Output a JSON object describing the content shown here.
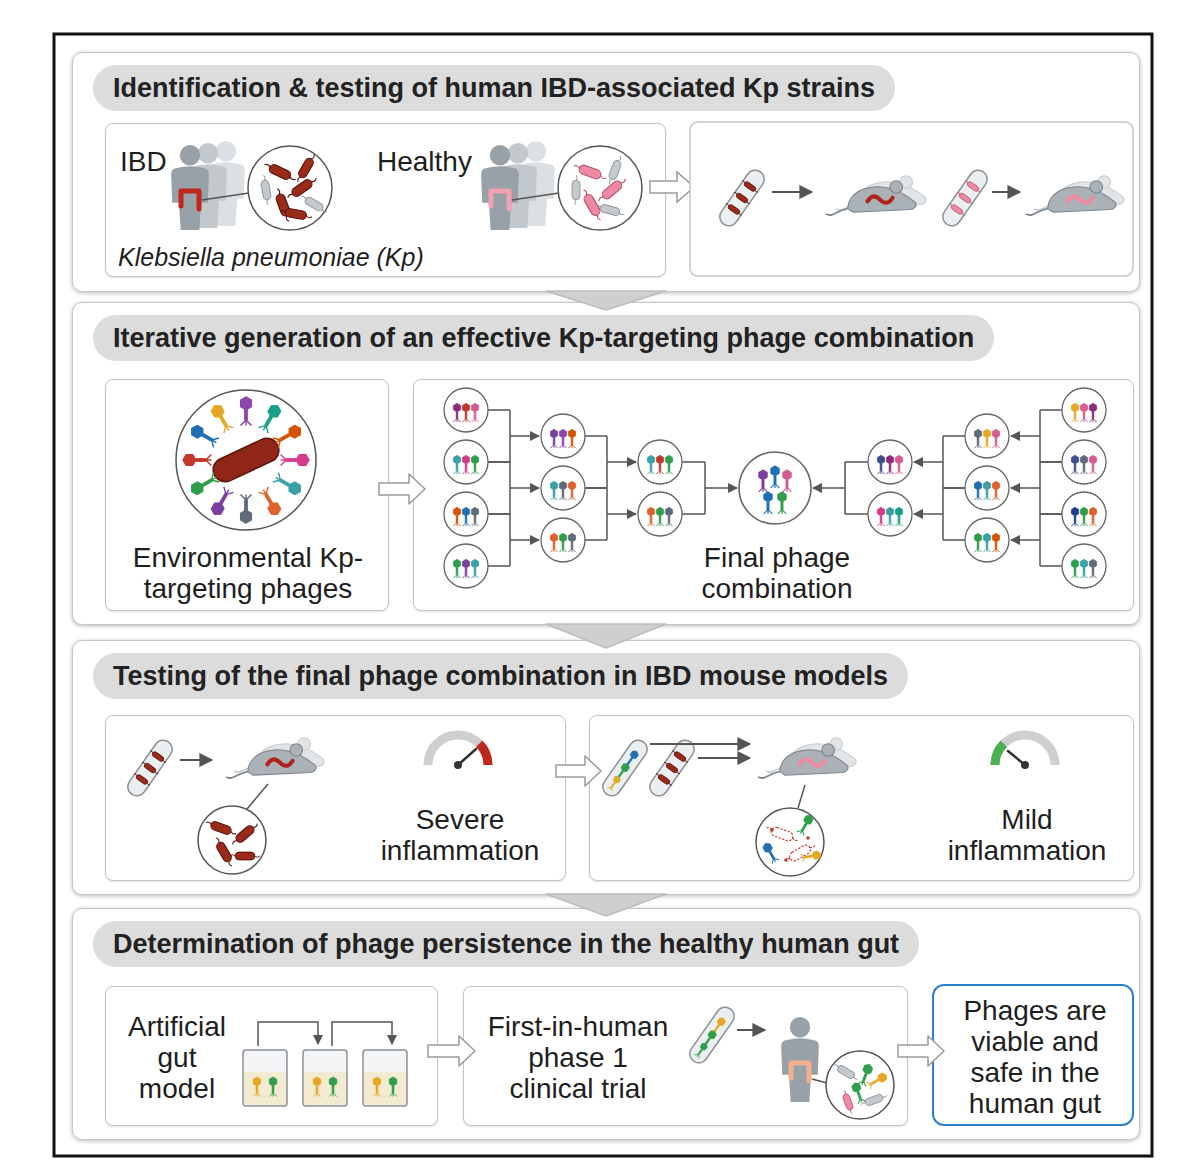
{
  "diagram": {
    "nodes": [
      {
        "text": [
          "Identification & testing of human IBD-associated Kp strains"
        ]
      },
      {
        "text": [
          "IBD",
          "Healthy",
          "Klebsiella pneumoniae (Kp)"
        ],
        "in": 0
      },
      {
        "text": [
          "Iterative generation of an effective Kp-targeting phage combination"
        ]
      },
      {
        "text": [
          "Environmental Kp-targeting phages"
        ],
        "in": 2
      },
      {
        "text": [
          "Final phage combination"
        ],
        "in": 2
      },
      {
        "text": [
          "Testing of the final phage combination in IBD mouse models"
        ]
      },
      {
        "text": [
          "Severe inflammation"
        ],
        "in": 5
      },
      {
        "text": [
          "Mild inflammation"
        ],
        "in": 5
      },
      {
        "text": [
          "Determination of phage persistence in the healthy human gut"
        ]
      },
      {
        "text": [
          "Artificial gut model"
        ],
        "in": 8
      },
      {
        "text": [
          "First-in-human phase 1 clinical trial"
        ],
        "in": 8
      },
      {
        "text": [
          "Phages are viable and safe in the human gut"
        ],
        "in": 8
      }
    ],
    "edges": [
      {
        "from": 0,
        "to": 2,
        "arrow": "to"
      },
      {
        "from": 2,
        "to": 5,
        "arrow": "to"
      },
      {
        "from": 5,
        "to": 8,
        "arrow": "to"
      },
      {
        "from": 3,
        "to": 4,
        "arrow": "to"
      },
      {
        "from": 6,
        "to": 7,
        "arrow": "to"
      },
      {
        "from": 9,
        "to": 10,
        "arrow": "to"
      },
      {
        "from": 10,
        "to": 11,
        "arrow": "to"
      }
    ]
  }
}
